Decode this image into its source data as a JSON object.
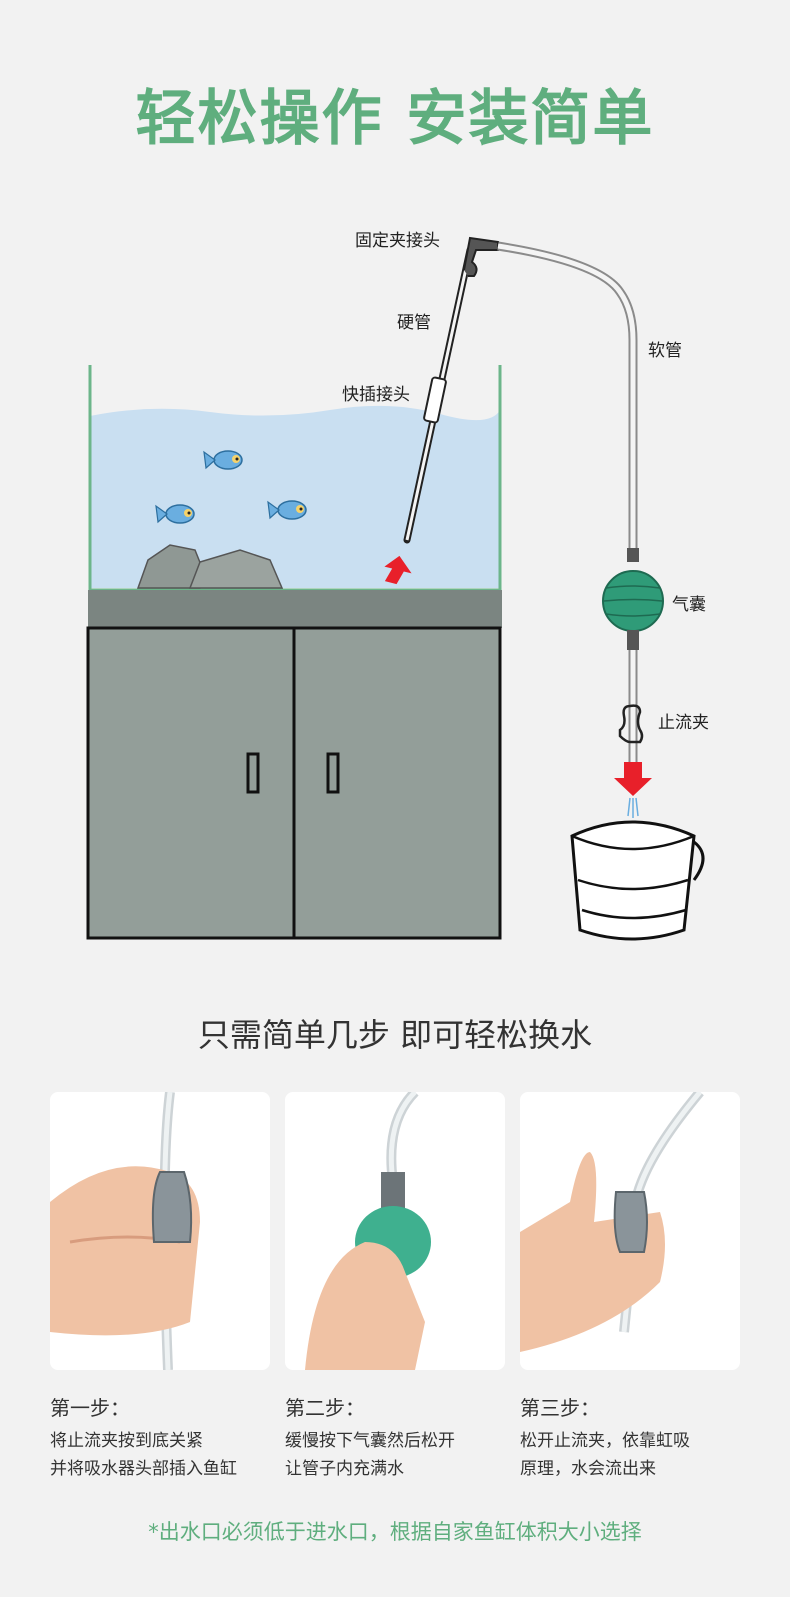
{
  "header": {
    "title": "轻松操作 安装简单"
  },
  "diagram": {
    "labels": {
      "clip_connector": "固定夹接头",
      "hard_tube": "硬管",
      "quick_connector": "快插接头",
      "soft_tube": "软管",
      "bulb": "气囊",
      "stop_clamp": "止流夹"
    },
    "colors": {
      "water": "#c9dff1",
      "tank_border": "#6cb58a",
      "cabinet": "#939e99",
      "bulb": "#2f9b78",
      "arrow": "#e8202a"
    }
  },
  "steps_section": {
    "subtitle": "只需简单几步 即可轻松换水"
  },
  "steps": [
    {
      "title": "第一步：",
      "line1": "将止流夹按到底关紧",
      "line2": "并将吸水器头部插入鱼缸"
    },
    {
      "title": "第二步：",
      "line1": "缓慢按下气囊然后松开",
      "line2": "让管子内充满水"
    },
    {
      "title": "第三步：",
      "line1": "松开止流夹，依靠虹吸",
      "line2": "原理，水会流出来"
    }
  ],
  "footer": {
    "note": "*出水口必须低于进水口，根据自家鱼缸体积大小选择"
  }
}
